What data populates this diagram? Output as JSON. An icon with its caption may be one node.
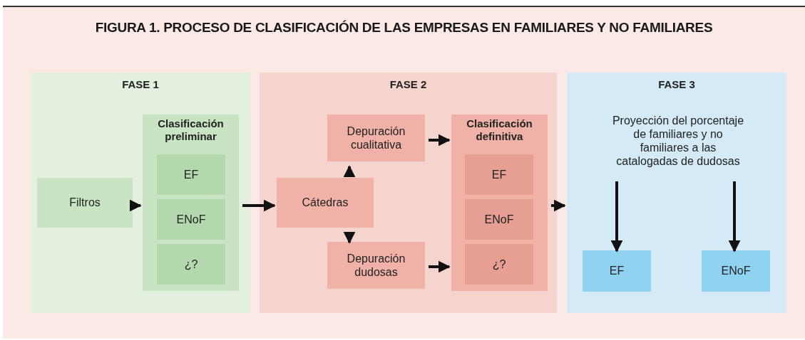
{
  "diagram": {
    "title": "FIGURA 1. PROCESO DE CLASIFICACIÓN DE LAS EMPRESAS EN FAMILIARES Y NO FAMILIARES",
    "nodes": [
      {
        "text": [
          "FASE 1"
        ]
      },
      {
        "text": [
          "Filtros"
        ],
        "in": 0
      },
      {
        "text": [
          "Clasificación preliminar"
        ],
        "in": 0
      },
      {
        "text": [
          "EF"
        ],
        "in": 2
      },
      {
        "text": [
          "ENoF"
        ],
        "in": 2
      },
      {
        "text": [
          "¿?"
        ],
        "in": 2
      },
      {
        "text": [
          "FASE 2"
        ]
      },
      {
        "text": [
          "Cátedras"
        ],
        "in": 6
      },
      {
        "text": [
          "Depuración cualitativa"
        ],
        "in": 6
      },
      {
        "text": [
          "Depuración dudosas"
        ],
        "in": 6
      },
      {
        "text": [
          "Clasificación definitiva"
        ],
        "in": 6
      },
      {
        "text": [
          "EF"
        ],
        "in": 10
      },
      {
        "text": [
          "ENoF"
        ],
        "in": 10
      },
      {
        "text": [
          "¿?"
        ],
        "in": 10
      },
      {
        "text": [
          "FASE 3"
        ]
      },
      {
        "text": [
          "Proyección del porcentaje de familiares y no familiares a las catalogadas de dudosas"
        ],
        "in": 14
      },
      {
        "text": [
          "EF"
        ],
        "in": 14
      },
      {
        "text": [
          "ENoF"
        ],
        "in": 14
      }
    ],
    "edges": [
      {
        "from": 1,
        "to": 2,
        "arrow": "to"
      },
      {
        "from": 2,
        "to": 7,
        "arrow": "to"
      },
      {
        "from": 7,
        "to": 8,
        "arrow": "to"
      },
      {
        "from": 7,
        "to": 9,
        "arrow": "to"
      },
      {
        "from": 8,
        "to": 10,
        "arrow": "to"
      },
      {
        "from": 9,
        "to": 10,
        "arrow": "to"
      },
      {
        "from": 10,
        "to": 14,
        "arrow": "to"
      },
      {
        "from": 15,
        "to": 16,
        "arrow": "to"
      },
      {
        "from": 15,
        "to": 17,
        "arrow": "to"
      }
    ]
  }
}
